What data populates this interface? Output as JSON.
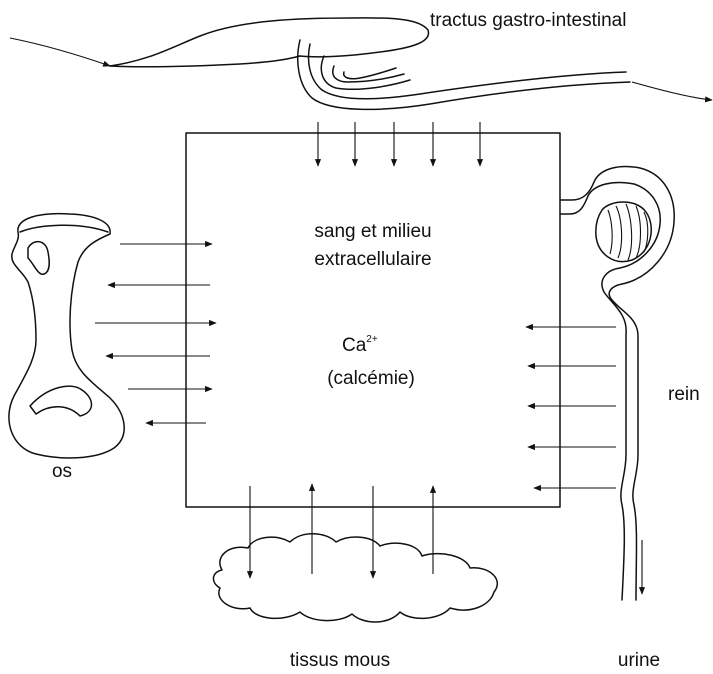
{
  "labels": {
    "gut": "tractus gastro-intestinal",
    "center_line1": "sang et milieu",
    "center_line2": "extracellulaire",
    "ion": "Ca",
    "ion_charge": "2+",
    "calcemia": "(calcémie)",
    "bone": "os",
    "kidney": "rein",
    "soft_tissue": "tissus mous",
    "urine": "urine"
  },
  "colors": {
    "ink": "#111111",
    "background": "#ffffff"
  }
}
